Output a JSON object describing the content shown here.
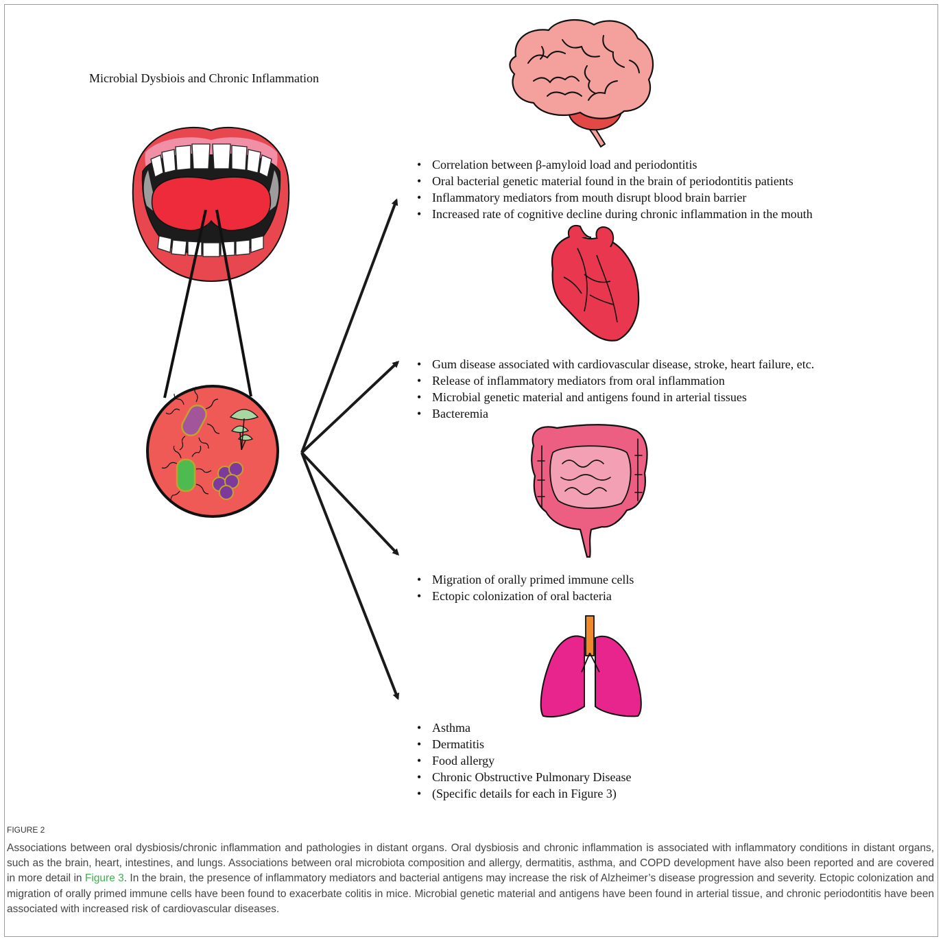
{
  "figure": {
    "title": "Microbial Dysbiois and Chronic Inflammation",
    "label": "FIGURE 2",
    "caption_before_link": "Associations between oral dysbiosis/chronic inflammation and pathologies in distant organs. Oral dysbiosis and chronic inflammation is associated with inflammatory conditions in distant organs, such as the brain, heart, intestines, and lungs. Associations between oral microbiota composition and allergy, dermatitis, asthma, and COPD development have also been reported and are covered in more detail in",
    "caption_link": "Figure 3",
    "caption_after_link": ". In the brain, the presence of inflammatory mediators and bacterial antigens may increase the risk of Alzheimer’s disease progression and severity. Ectopic colonization and migration of orally primed immune cells have been found to exacerbate colitis in mice. Microbial genetic material and antigens have been found in arterial tissue, and chronic periodontitis have been associated with increased risk of cardiovascular diseases."
  },
  "organs": [
    {
      "icon": "brain-icon",
      "items": [
        "Correlation between β-amyloid load and periodontitis",
        "Oral bacterial genetic material found in the brain of periodontitis patients",
        "Inflammatory mediators from mouth disrupt blood brain barrier",
        "Increased rate of cognitive decline during chronic inflammation in the mouth"
      ]
    },
    {
      "icon": "heart-icon",
      "items": [
        "Gum disease associated with cardiovascular disease, stroke, heart failure, etc.",
        "Release of inflammatory mediators from oral inflammation",
        "Microbial genetic material and antigens found in arterial tissues",
        "Bacteremia"
      ]
    },
    {
      "icon": "intestine-icon",
      "items": [
        "Migration of orally primed immune cells",
        "Ectopic colonization of oral bacteria"
      ]
    },
    {
      "icon": "lungs-icon",
      "items": [
        "Asthma",
        "Dermatitis",
        "Food allergy",
        "Chronic Obstructive Pulmonary Disease",
        "(Specific details for each in Figure 3)"
      ]
    }
  ],
  "colors": {
    "lips": "#e8474f",
    "tongue": "#ee2b3a",
    "microbe_circle": "#ef5a57",
    "brain": "#f4a19d",
    "heart": "#e8374e",
    "intestine": "#ec5f82",
    "lungs": "#e8258d",
    "trachea": "#ee8a2a",
    "link": "#3bb34a"
  }
}
